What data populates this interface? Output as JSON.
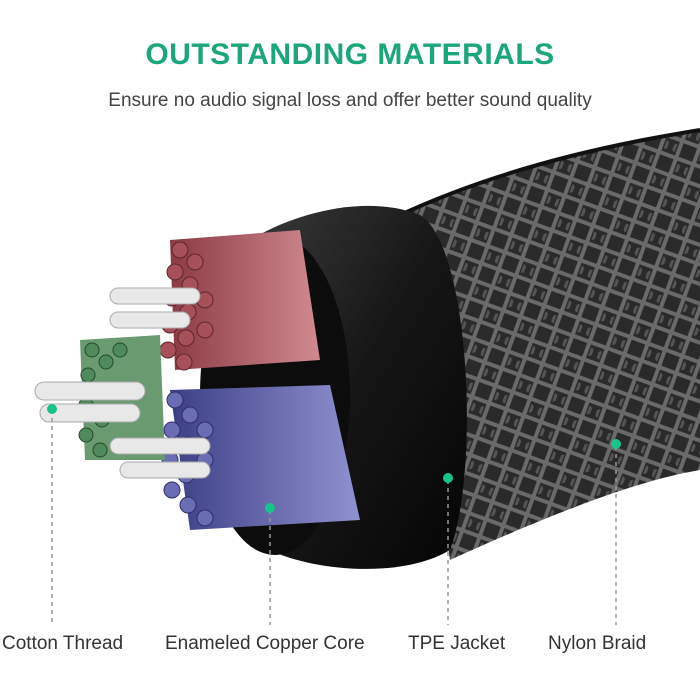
{
  "header": {
    "title": "OUTSTANDING MATERIALS",
    "subtitle": "Ensure no audio signal loss and offer better sound quality"
  },
  "labels": {
    "cotton_thread": "Cotton Thread",
    "copper_core": "Enameled Copper Core",
    "tpe_jacket": "TPE Jacket",
    "nylon_braid": "Nylon Braid"
  },
  "colors": {
    "accent": "#1ba77b",
    "dot": "#19c38c",
    "red_wire": "#b4606a",
    "blue_wire": "#6a6cb4",
    "green_wire": "#4f8a5c"
  }
}
